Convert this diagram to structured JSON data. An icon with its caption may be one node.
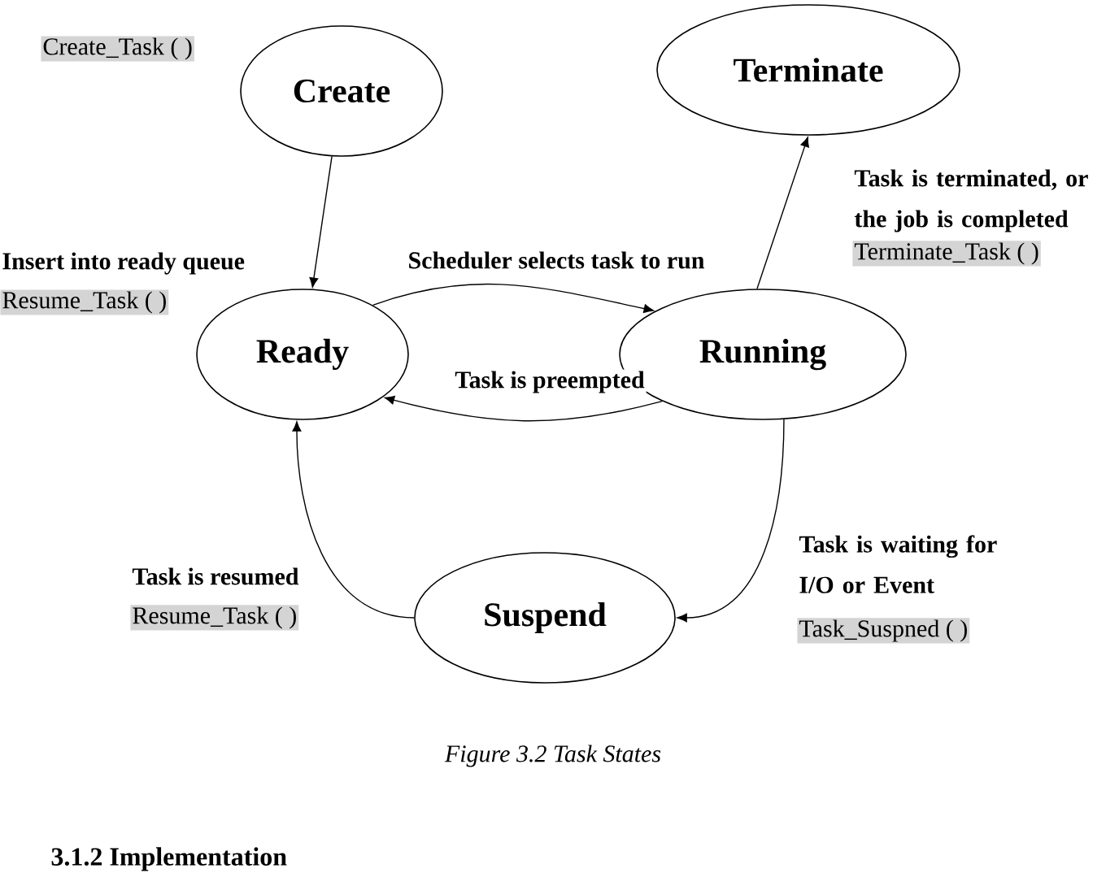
{
  "diagram": {
    "caption": "Figure 3.2 Task States",
    "nodes": [
      {
        "text": [
          "Create"
        ]
      },
      {
        "text": [
          "Terminate"
        ]
      },
      {
        "text": [
          "Ready"
        ]
      },
      {
        "text": [
          "Running"
        ]
      },
      {
        "text": [
          "Suspend"
        ]
      }
    ],
    "edges": [
      {
        "from": 0,
        "to": 2,
        "arrow": "to"
      },
      {
        "from": 2,
        "to": 3,
        "arrow": "to",
        "label": "Scheduler selects task to run"
      },
      {
        "from": 3,
        "to": 2,
        "arrow": "to",
        "label": "Task is preempted"
      },
      {
        "from": 3,
        "to": 1,
        "arrow": "to"
      },
      {
        "from": 3,
        "to": 4,
        "arrow": "to"
      },
      {
        "from": 4,
        "to": 2,
        "arrow": "to"
      }
    ],
    "labels": [
      "Create_Task ( )",
      "Insert into ready queue",
      "Resume_Task ( )",
      "Task is terminated, or the job is completed",
      "Terminate_Task ( )",
      "Task is resumed",
      "Resume_Task ( )",
      "Task is waiting for I/O or Event",
      "Task_Suspned ( )",
      "3.1.2 Implementation"
    ]
  }
}
